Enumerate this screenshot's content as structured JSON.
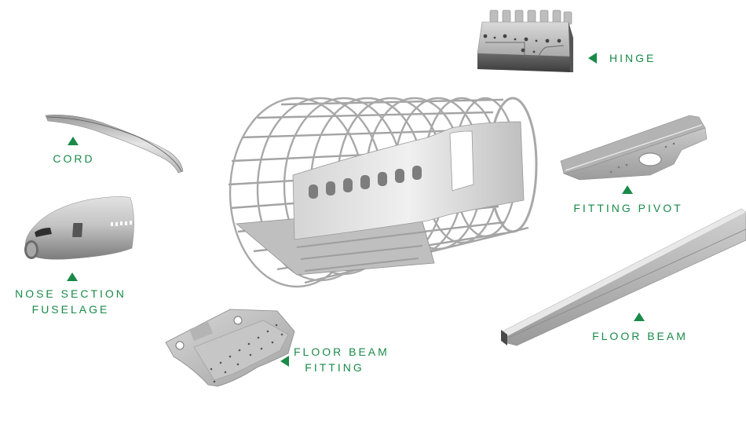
{
  "diagram": {
    "accent_color": "#1a8a48",
    "parts": [
      {
        "id": "hinge",
        "label_lines": [
          "HINGE"
        ],
        "arrow": "left"
      },
      {
        "id": "cord",
        "label_lines": [
          "CORD"
        ],
        "arrow": "up"
      },
      {
        "id": "fitting-pivot",
        "label_lines": [
          "FITTING PIVOT"
        ],
        "arrow": "up"
      },
      {
        "id": "nose-section-fuselage",
        "label_lines": [
          "NOSE SECTION",
          "FUSELAGE"
        ],
        "arrow": "up"
      },
      {
        "id": "floor-beam",
        "label_lines": [
          "FLOOR BEAM"
        ],
        "arrow": "up"
      },
      {
        "id": "floor-beam-fitting",
        "label_lines": [
          "FLOOR BEAM",
          "FITTING"
        ],
        "arrow": "left"
      },
      {
        "id": "fuselage-barrel",
        "label_lines": [],
        "arrow": "none"
      }
    ]
  }
}
